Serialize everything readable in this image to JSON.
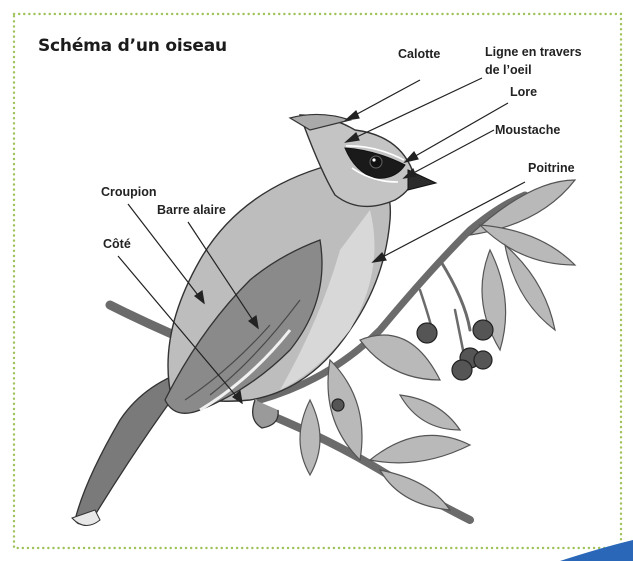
{
  "diagram": {
    "title": "Schéma d’un oiseau",
    "labels": {
      "calotte": "Calotte",
      "ligne_line1": "Ligne en travers",
      "ligne_line2": "de l’oeil",
      "lore": "Lore",
      "moustache": "Moustache",
      "poitrine": "Poitrine",
      "croupion": "Croupion",
      "barre_alaire": "Barre alaire",
      "cote": "Côté"
    }
  },
  "colors": {
    "border_dots": "#9fc35a",
    "accent_corner": "#2a67b8",
    "ink": "#222222"
  }
}
